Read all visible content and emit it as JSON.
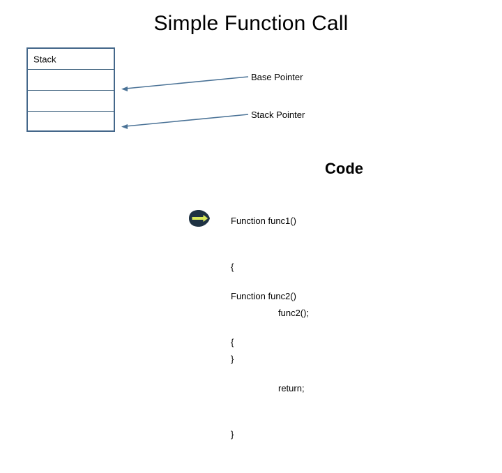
{
  "slide": {
    "title": "Simple Function Call",
    "background_color": "#ffffff"
  },
  "colors": {
    "stack_border": "#44678a",
    "stack_divider": "#40637f",
    "connector_line": "#4a7296",
    "text": "#000000",
    "pointer_icon_body": "#1f3243",
    "pointer_icon_arrow": "#d8e85a"
  },
  "stack": {
    "label": "Stack",
    "rows": [
      {
        "label": "Stack"
      },
      {
        "label": ""
      },
      {
        "label": ""
      },
      {
        "label": ""
      }
    ]
  },
  "pointers": [
    {
      "name": "base-pointer",
      "label": "Base Pointer"
    },
    {
      "name": "stack-pointer",
      "label": "Stack Pointer"
    }
  ],
  "code": {
    "heading": "Code",
    "blocks": [
      {
        "name": "func1",
        "lines": [
          {
            "text": "Function func1()",
            "indent": false
          },
          {
            "text": "{",
            "indent": false
          },
          {
            "text": "func2();",
            "indent": true
          },
          {
            "text": "}",
            "indent": false
          }
        ]
      },
      {
        "name": "func2",
        "lines": [
          {
            "text": "Function func2()",
            "indent": false
          },
          {
            "text": "{",
            "indent": false
          },
          {
            "text": "return;",
            "indent": true
          },
          {
            "text": "}",
            "indent": false
          }
        ]
      }
    ]
  },
  "exec_pointer": {
    "icon": "right-arrow-marker-icon",
    "points_to_line": "func2();"
  }
}
